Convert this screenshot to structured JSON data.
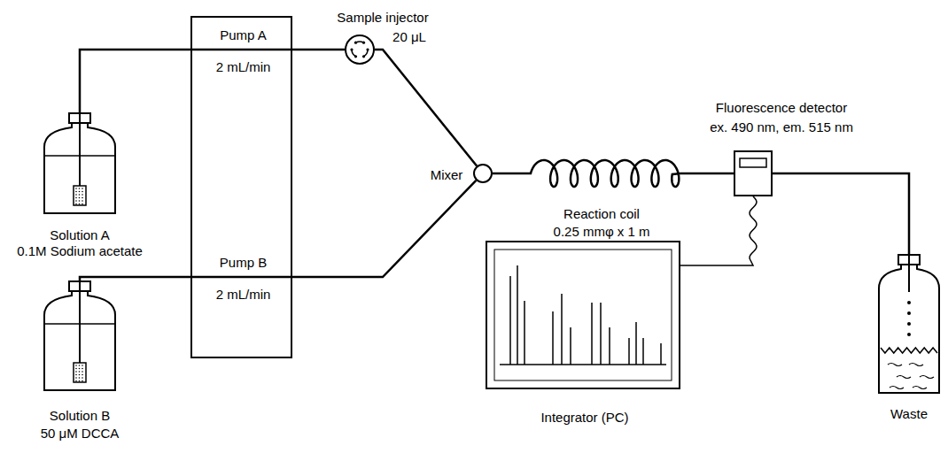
{
  "diagram": {
    "nodes": [
      {
        "text": [
          "Solution A",
          "0.1M Sodium acetate"
        ]
      },
      {
        "text": [
          "Solution B",
          "50 μM DCCA"
        ]
      },
      {
        "text": [
          "Pump A",
          "2 mL/min",
          "Pump B",
          "2 mL/min"
        ]
      },
      {
        "text": [
          "Sample injector",
          "20 μL"
        ]
      },
      {
        "text": [
          "Mixer"
        ]
      },
      {
        "text": [
          "Reaction coil",
          "0.25 mmφ x 1 m"
        ]
      },
      {
        "text": [
          "Fluorescence detector",
          "ex. 490 nm, em. 515 nm"
        ]
      },
      {
        "text": [
          "Integrator (PC)"
        ]
      },
      {
        "text": [
          "Waste"
        ]
      }
    ],
    "edges": [
      {
        "from": 0,
        "to": 2,
        "arrow": "none"
      },
      {
        "from": 2,
        "to": 3,
        "arrow": "none"
      },
      {
        "from": 3,
        "to": 4,
        "arrow": "none"
      },
      {
        "from": 1,
        "to": 2,
        "arrow": "none"
      },
      {
        "from": 2,
        "to": 4,
        "arrow": "none"
      },
      {
        "from": 4,
        "to": 5,
        "arrow": "none"
      },
      {
        "from": 5,
        "to": 6,
        "arrow": "none"
      },
      {
        "from": 6,
        "to": 8,
        "arrow": "none"
      },
      {
        "from": 6,
        "to": 7,
        "arrow": "none"
      }
    ]
  }
}
